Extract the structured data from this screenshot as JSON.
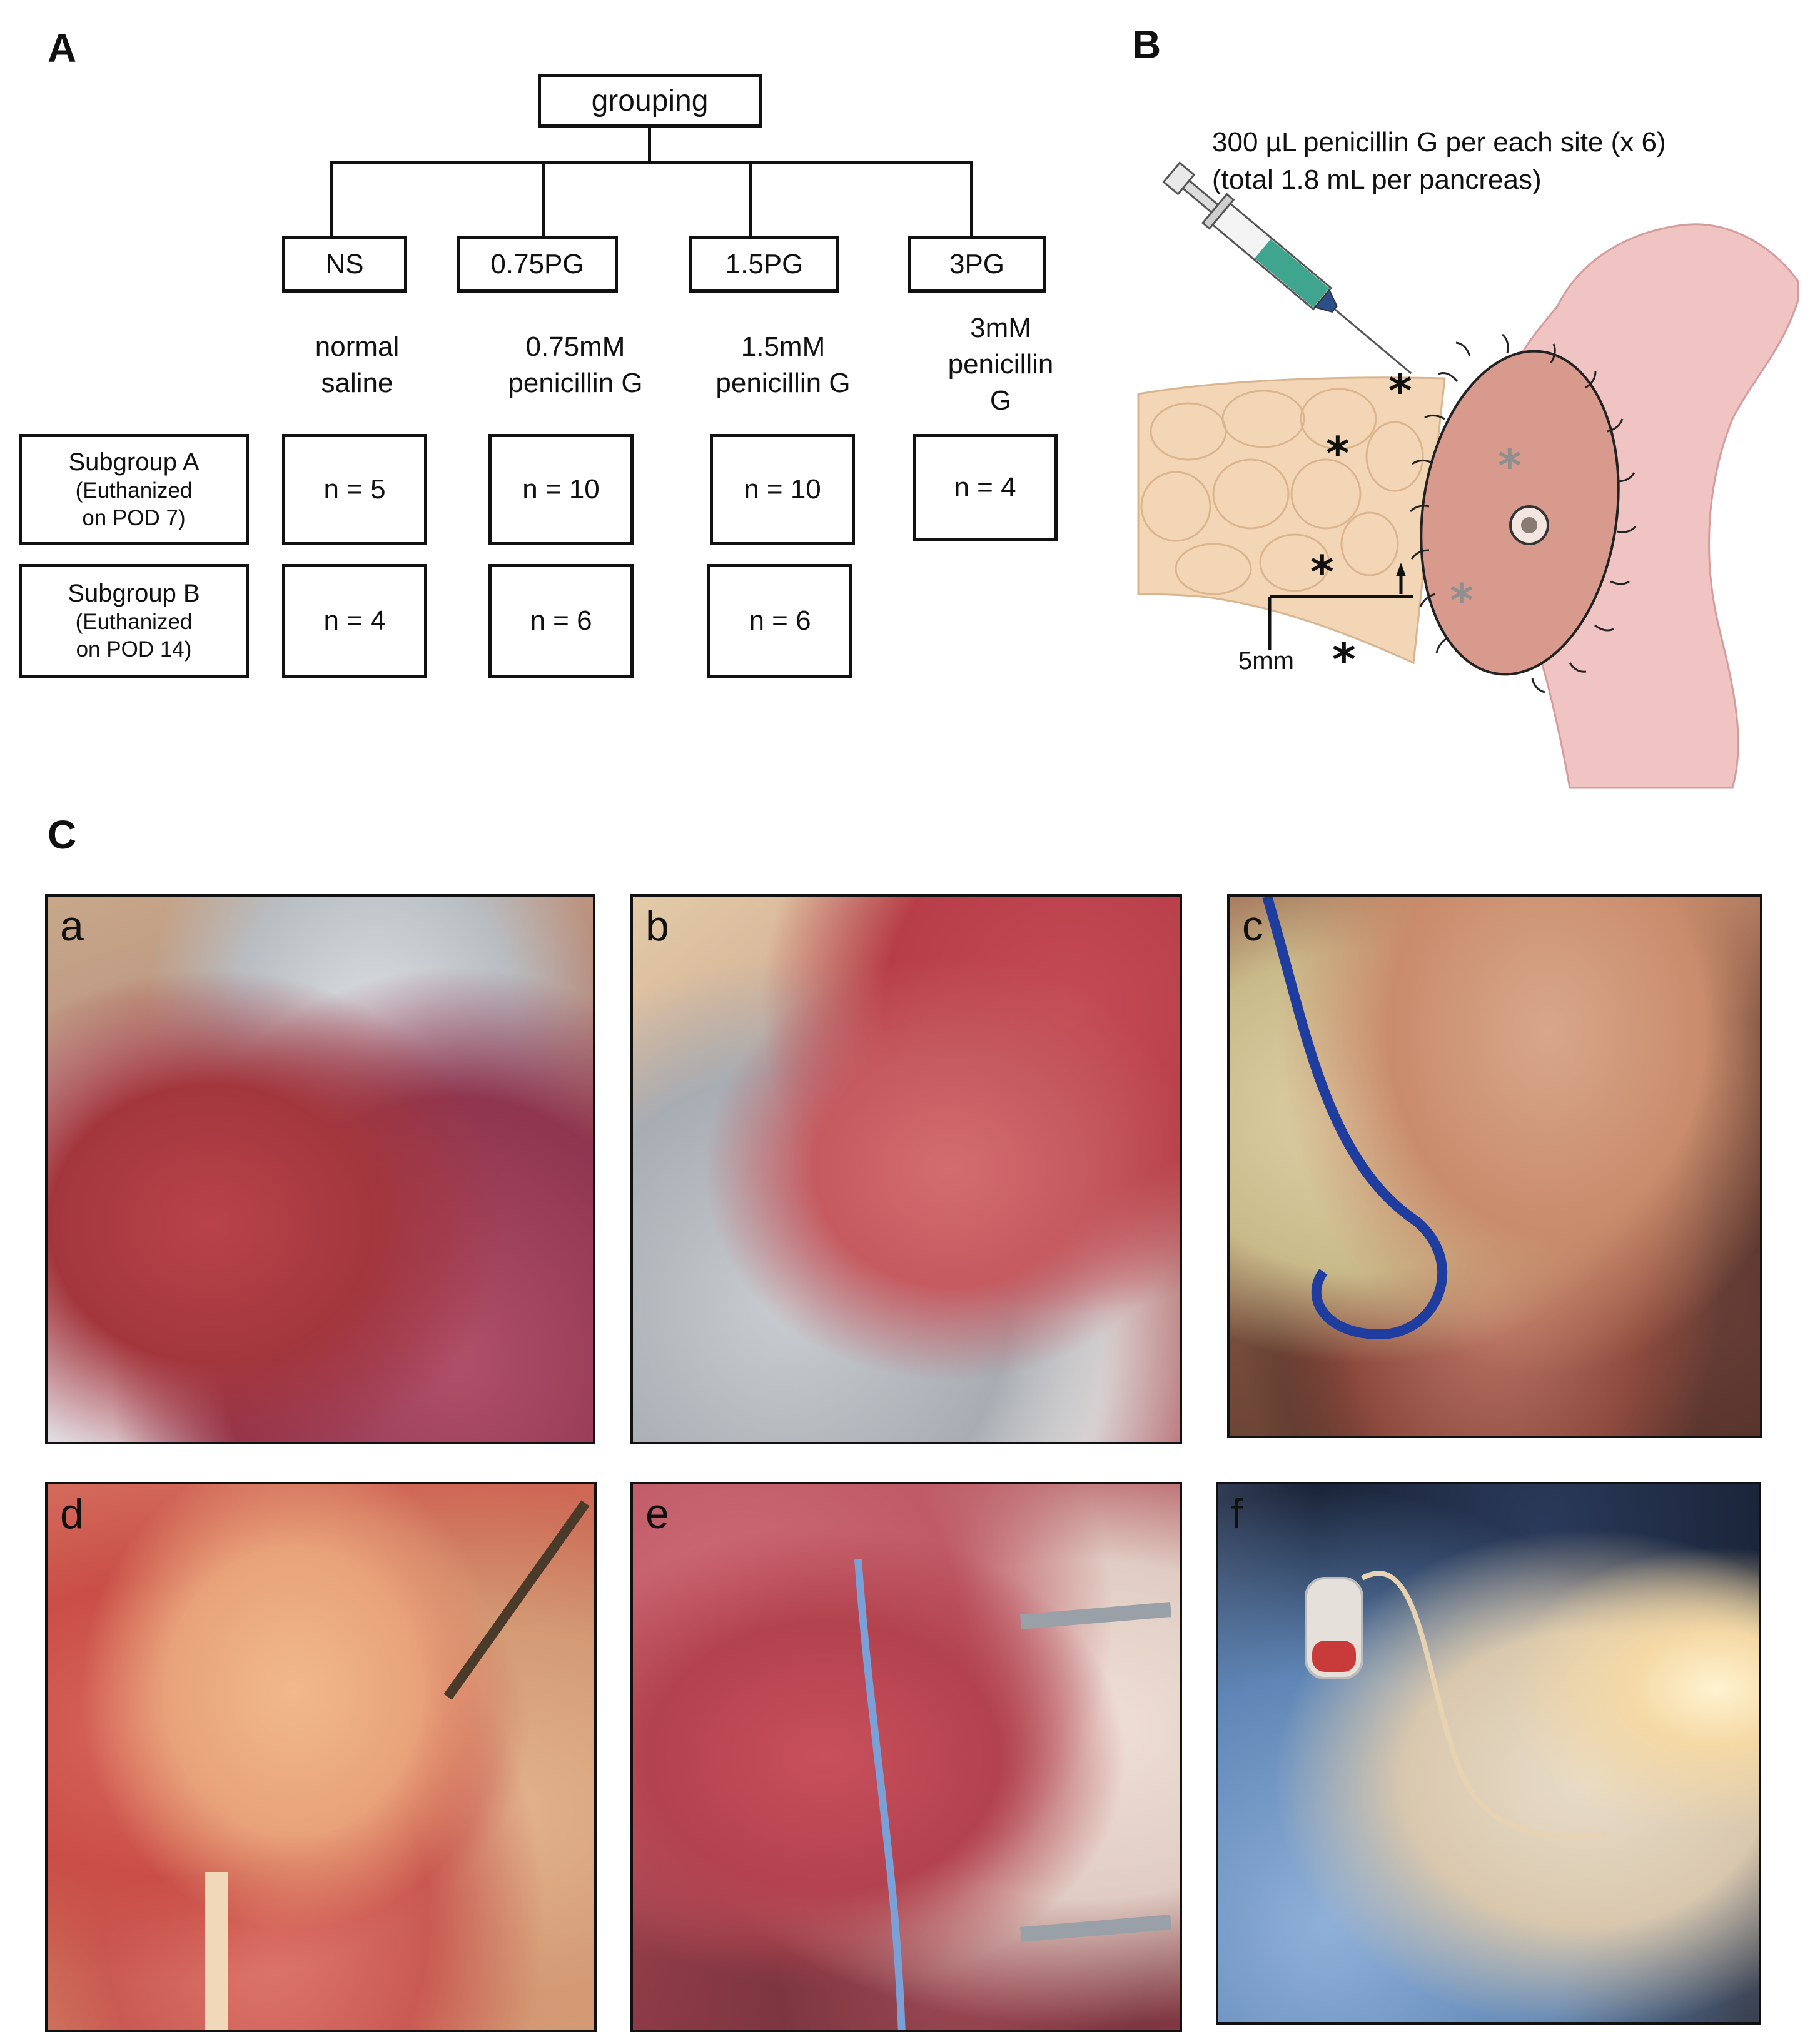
{
  "panel_a": {
    "letter": "A",
    "root": "grouping",
    "groups": [
      {
        "label": "NS",
        "desc": [
          "normal",
          "saline"
        ],
        "n_a": "n = 5",
        "n_b": "n = 4"
      },
      {
        "label": "0.75PG",
        "desc": [
          "0.75mM",
          "penicillin G"
        ],
        "n_a": "n = 10",
        "n_b": "n = 6"
      },
      {
        "label": "1.5PG",
        "desc": [
          "1.5mM",
          "penicillin G"
        ],
        "n_a": "n = 10",
        "n_b": "n = 6"
      },
      {
        "label": "3PG",
        "desc": [
          "3mM",
          "penicillin",
          "G"
        ],
        "n_a": "n = 4",
        "n_b": ""
      }
    ],
    "subgroup_a": [
      "Subgroup A",
      "(Euthanized",
      "on POD 7)"
    ],
    "subgroup_b": [
      "Subgroup B",
      "(Euthanized",
      "on POD 14)"
    ]
  },
  "panel_b": {
    "letter": "B",
    "caption_line1": "300 µL penicillin G per each site (x 6)",
    "caption_line2": "(total 1.8 mL per pancreas)",
    "scale_label": "5mm",
    "asterisk": "*"
  },
  "panel_c": {
    "letter": "C",
    "photos": [
      "a",
      "b",
      "c",
      "d",
      "e",
      "f"
    ]
  },
  "colors": {
    "pancreas": "#f2d6b6",
    "intestine": "#efc4c2",
    "anastomosis": "#d99a8e",
    "tissue_red": "#b8434a",
    "syringe_fluid": "#3fa58e"
  }
}
